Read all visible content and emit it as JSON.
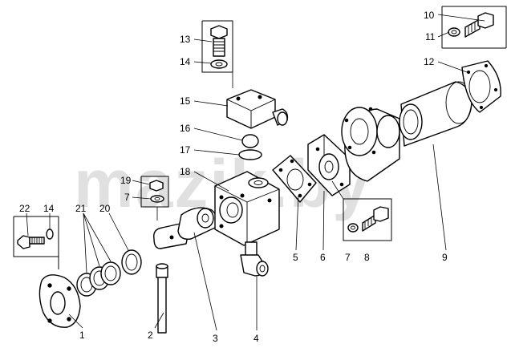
{
  "watermark": "mazik.by",
  "corner_mark": "",
  "callouts": {
    "p1": "1",
    "p2": "2",
    "p3": "3",
    "p4": "4",
    "p5": "5",
    "p6": "6",
    "p7a": "7",
    "p7b": "7",
    "p8": "8",
    "p9": "9",
    "p10": "10",
    "p11": "11",
    "p12": "12",
    "p13": "13",
    "p14a": "14",
    "p14b": "14",
    "p15": "15",
    "p16": "16",
    "p17": "17",
    "p18": "18",
    "p19": "19",
    "p20": "20",
    "p21": "21",
    "p22": "22"
  }
}
